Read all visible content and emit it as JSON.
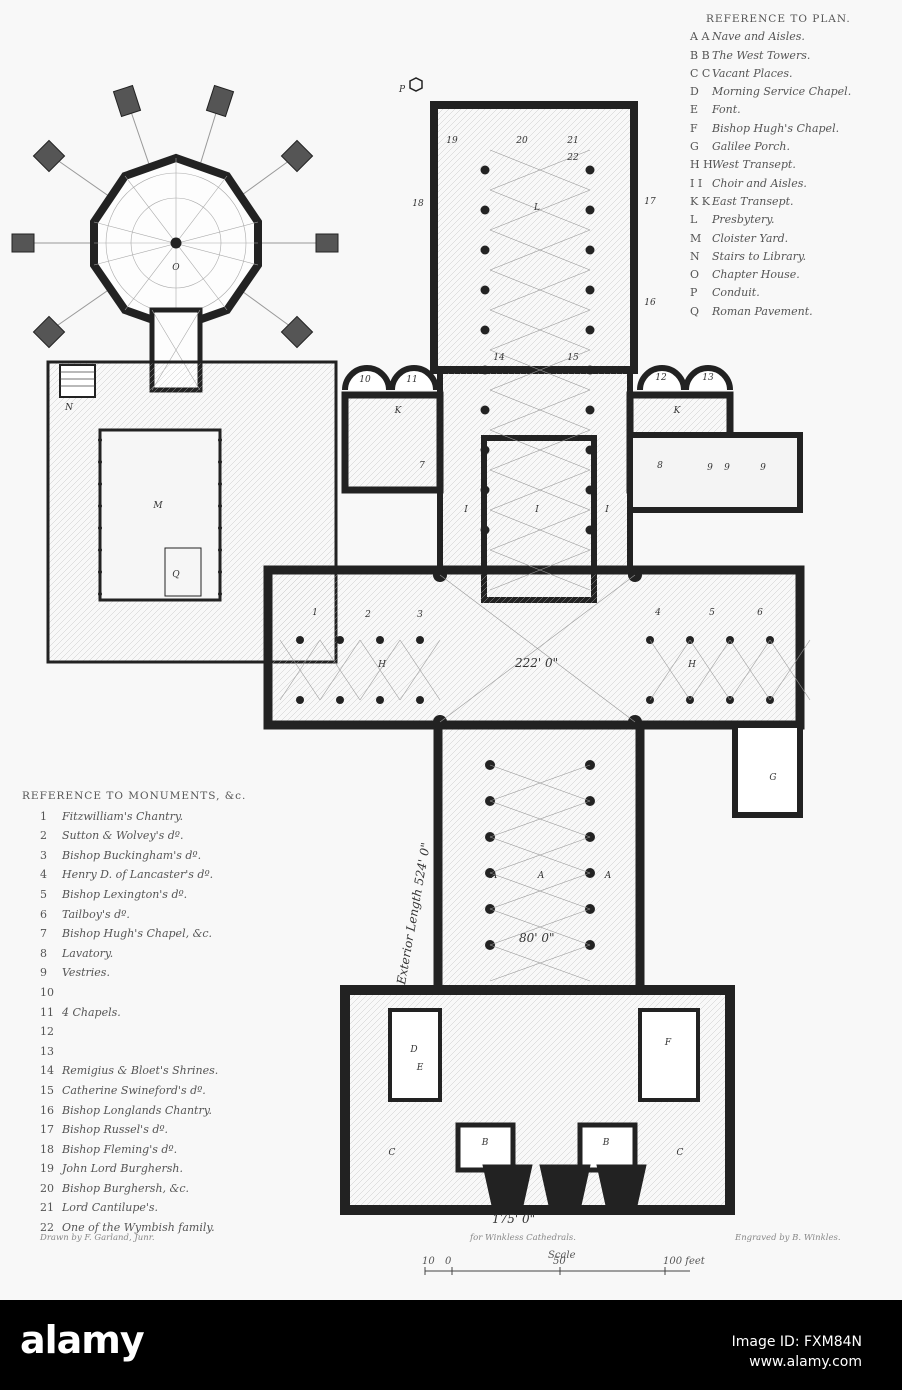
{
  "plan_reference": {
    "title": "REFERENCE TO PLAN.",
    "items": [
      {
        "key": "A A",
        "label": "Nave and Aisles."
      },
      {
        "key": "B B",
        "label": "The West Towers."
      },
      {
        "key": "C C",
        "label": "Vacant Places."
      },
      {
        "key": "D",
        "label": "Morning Service Chapel."
      },
      {
        "key": "E",
        "label": "Font."
      },
      {
        "key": "F",
        "label": "Bishop Hugh's Chapel."
      },
      {
        "key": "G",
        "label": "Galilee Porch."
      },
      {
        "key": "H H",
        "label": "West Transept."
      },
      {
        "key": "I I",
        "label": "Choir and Aisles."
      },
      {
        "key": "K K",
        "label": "East Transept."
      },
      {
        "key": "L",
        "label": "Presbytery."
      },
      {
        "key": "M",
        "label": "Cloister Yard."
      },
      {
        "key": "N",
        "label": "Stairs to Library."
      },
      {
        "key": "O",
        "label": "Chapter House."
      },
      {
        "key": "P",
        "label": "Conduit."
      },
      {
        "key": "Q",
        "label": "Roman Pavement."
      }
    ]
  },
  "monument_reference": {
    "title": "REFERENCE TO MONUMENTS, &c.",
    "items": [
      {
        "key": "1",
        "label": "Fitzwilliam's Chantry."
      },
      {
        "key": "2",
        "label": "Sutton & Wolvey's dº."
      },
      {
        "key": "3",
        "label": "Bishop Buckingham's dº."
      },
      {
        "key": "4",
        "label": "Henry D. of Lancaster's dº."
      },
      {
        "key": "5",
        "label": "Bishop Lexington's dº."
      },
      {
        "key": "6",
        "label": "Tailboy's dº."
      },
      {
        "key": "7",
        "label": "Bishop Hugh's Chapel, &c."
      },
      {
        "key": "8",
        "label": "Lavatory."
      },
      {
        "key": "9",
        "label": "Vestries."
      },
      {
        "key": "10",
        "label": ""
      },
      {
        "key": "11",
        "label": "4 Chapels."
      },
      {
        "key": "12",
        "label": ""
      },
      {
        "key": "13",
        "label": ""
      },
      {
        "key": "14",
        "label": "Remigius & Bloet's Shrines."
      },
      {
        "key": "15",
        "label": "Catherine Swineford's dº."
      },
      {
        "key": "16",
        "label": "Bishop Longlands Chantry."
      },
      {
        "key": "17",
        "label": "Bishop Russel's dº."
      },
      {
        "key": "18",
        "label": "Bishop Fleming's dº."
      },
      {
        "key": "19",
        "label": "John Lord Burghersh."
      },
      {
        "key": "20",
        "label": "Bishop Burghersh, &c."
      },
      {
        "key": "21",
        "label": "Lord Cantilupe's."
      },
      {
        "key": "22",
        "label": "One of the Wymbish family."
      }
    ]
  },
  "plan_labels": {
    "nave_a1": "A",
    "nave_a2": "A",
    "nave_a3": "A",
    "tower_b_left": "B",
    "tower_b_right": "B",
    "vacant_c_left": "C",
    "vacant_c_right": "C",
    "morning_chapel_d": "D",
    "font_e": "E",
    "hugh_chapel_f": "F",
    "galilee_g": "G",
    "transept_h_left": "H",
    "transept_h_right": "H",
    "choir_i1": "I",
    "choir_i2": "I",
    "choir_i3": "I",
    "east_k_left": "K",
    "east_k_right": "K",
    "presbytery_l": "L",
    "cloister_m": "M",
    "stairs_n": "N",
    "chapter_o": "O",
    "conduit_p": "P",
    "roman_q": "Q",
    "m1": "1",
    "m2": "2",
    "m3": "3",
    "m4": "4",
    "m5": "5",
    "m6": "6",
    "m7": "7",
    "m8": "8",
    "m9a": "9",
    "m9b": "9",
    "m9c": "9",
    "m10": "10",
    "m11": "11",
    "m12": "12",
    "m13": "13",
    "m14": "14",
    "m15": "15",
    "m16": "16",
    "m17": "17",
    "m18": "18",
    "m19": "19",
    "m20": "20",
    "m21": "21",
    "m22": "22"
  },
  "dimensions": {
    "transept_width": "222' 0\"",
    "nave_width": "80' 0\"",
    "west_front_width": "175' 0\"",
    "exterior_length": "Exterior Length 524' 0\""
  },
  "credits": {
    "drawn_by": "Drawn by F. Garland, Junr.",
    "for_publication": "for Winkless Cathedrals.",
    "engraved_by": "Engraved by B. Winkles."
  },
  "scale_bar": {
    "title": "Scale",
    "tick_left": "10",
    "tick_zero": "0",
    "tick_mid": "50",
    "tick_end": "100 feet"
  },
  "stock_overlay": {
    "logo": "alamy",
    "image_id_label": "Image ID: FXM84N",
    "site": "www.alamy.com"
  },
  "colors": {
    "ink": "#222222",
    "paper": "#f8f8f8",
    "grid": "#9a9a9a",
    "band": "#000000"
  }
}
